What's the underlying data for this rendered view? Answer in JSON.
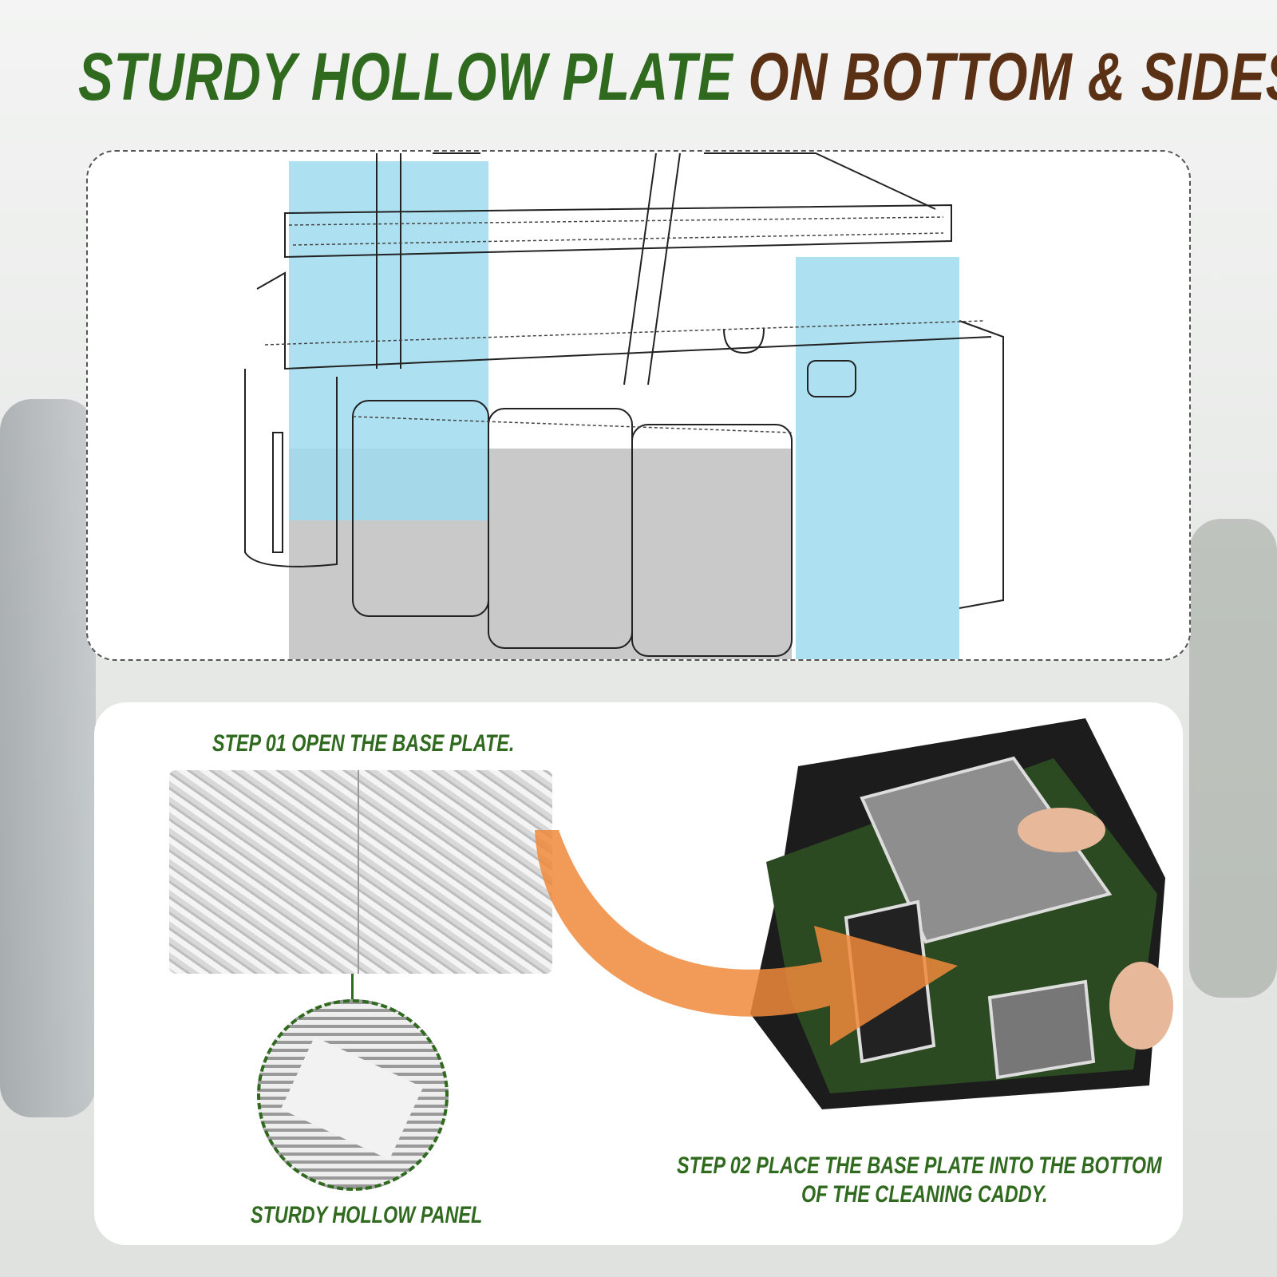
{
  "title": {
    "part1": "STURDY HOLLOW PLATE",
    "part2": "ON BOTTOM & SIDES"
  },
  "steps": {
    "step1": "STEP 01 OPEN THE BASE PLATE.",
    "panel_label": "STURDY HOLLOW PANEL",
    "step2_line1": "STEP 02 PLACE THE BASE PLATE INTO THE BOTTOM",
    "step2_line2": "OF THE CLEANING CADDY."
  },
  "colors": {
    "green": "#2f6a1f",
    "brown": "#5a3114",
    "blue": "#9fdcef",
    "orange": "#f08a3c"
  }
}
